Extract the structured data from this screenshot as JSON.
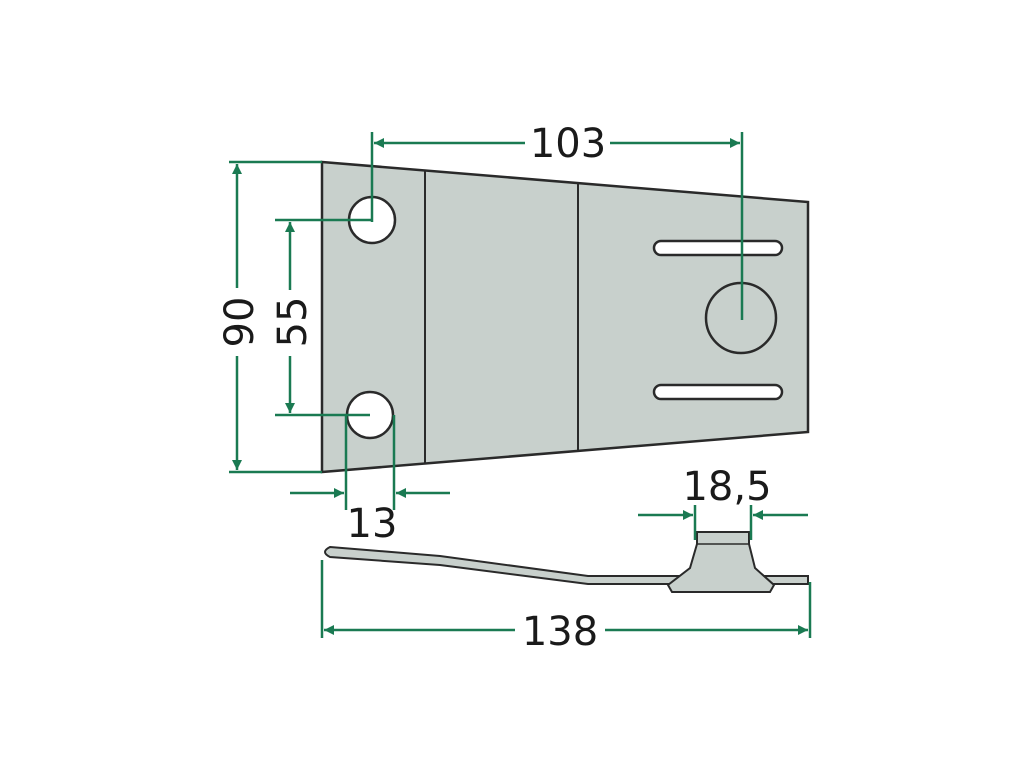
{
  "colors": {
    "dimension_line": "#1a7a52",
    "plate_fill": "#c8d0cc",
    "plate_edge": "#2a2a2a",
    "background": "#ffffff"
  },
  "dimensions": {
    "top_width": "103",
    "height_total": "90",
    "hole_spacing": "55",
    "hole_offset": "13",
    "stud_diameter": "18,5",
    "overall_length": "138"
  }
}
